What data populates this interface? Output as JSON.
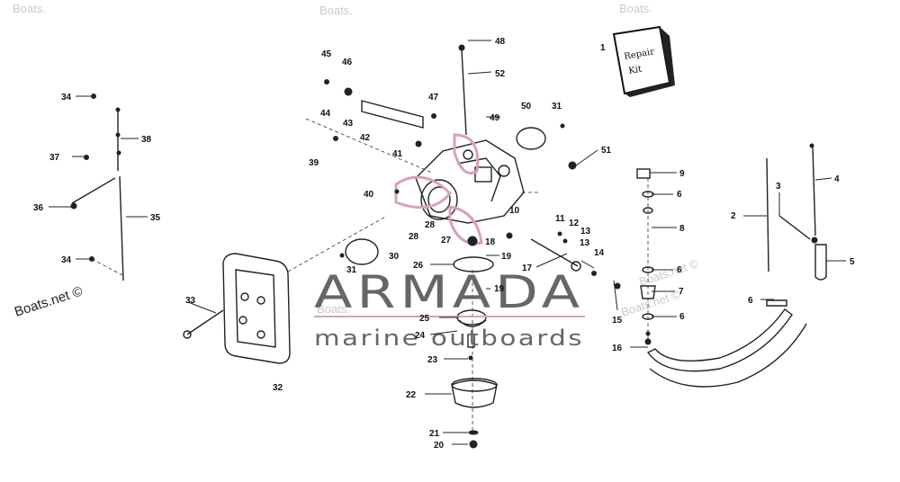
{
  "watermarks": {
    "site_top_left": "Boats.",
    "site_top_center": "Boats.",
    "site_top_right": "Boats.",
    "site_left": "Boats.net ©",
    "site_center": "Boats.",
    "site_right_1": "Boats.net ©",
    "site_right_2": "Boats.net ©"
  },
  "brand": {
    "title": "ARMADA",
    "subtitle": "marine outboards",
    "accent_color": "#d9a0b8"
  },
  "kit_box_text": {
    "line1": "Repair",
    "line2": "Kit"
  },
  "callouts": {
    "c1": "1",
    "c2": "2",
    "c3": "3",
    "c4": "4",
    "c5": "5",
    "c6a": "6",
    "c6b": "6",
    "c6c": "6",
    "c6d": "6",
    "c7": "7",
    "c8": "8",
    "c9": "9",
    "c10": "10",
    "c11": "11",
    "c12": "12",
    "c13a": "13",
    "c13b": "13",
    "c14": "14",
    "c15": "15",
    "c16": "16",
    "c17": "17",
    "c18": "18",
    "c19a": "19",
    "c19b": "19",
    "c20": "20",
    "c21": "21",
    "c22": "22",
    "c23": "23",
    "c24": "24",
    "c25": "25",
    "c26": "26",
    "c27": "27",
    "c28a": "28",
    "c28b": "28",
    "c30": "30",
    "c31a": "31",
    "c31b": "31",
    "c32": "32",
    "c33": "33",
    "c34a": "34",
    "c34b": "34",
    "c35": "35",
    "c36": "36",
    "c37": "37",
    "c38": "38",
    "c39": "39",
    "c40": "40",
    "c41": "41",
    "c42": "42",
    "c43": "43",
    "c44": "44",
    "c45": "45",
    "c46": "46",
    "c47": "47",
    "c48": "48",
    "c49": "49",
    "c50": "50",
    "c51": "51",
    "c52": "52"
  }
}
